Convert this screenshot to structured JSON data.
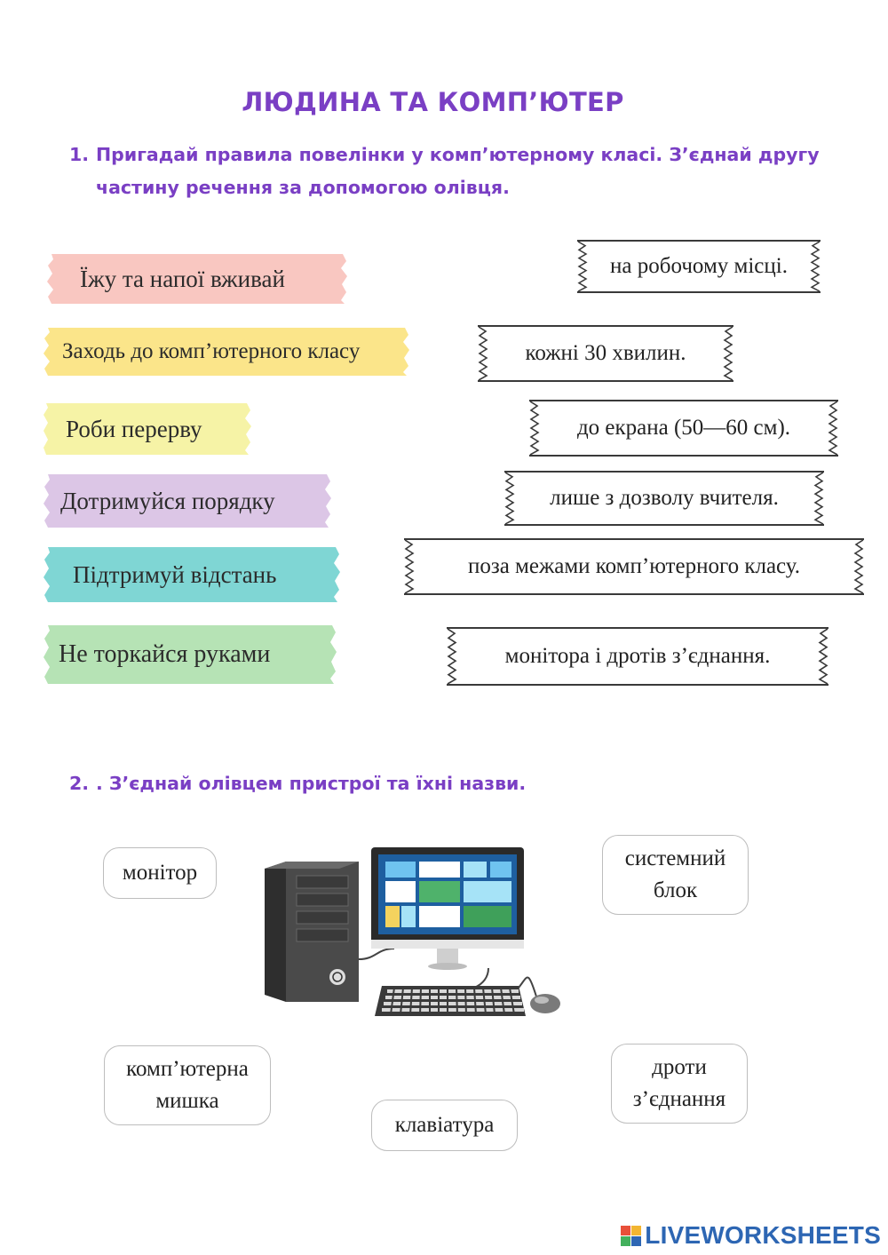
{
  "title": "ЛЮДИНА ТА КОМП’ЮТЕР",
  "task1": {
    "number": "1.",
    "text": "Пригадай правила повелінки у комп’ютерному класі. З’єднай другу частину речення за допомогою олівця."
  },
  "left_phrases": [
    {
      "text": "Їжу та напої вживай",
      "color": "#f9c7c1"
    },
    {
      "text": "Заходь до комп’ютерного класу",
      "color": "#fbe58a"
    },
    {
      "text": "Роби перерву",
      "color": "#f6f3a6"
    },
    {
      "text": "Дотримуйся порядку",
      "color": "#dcc6e6"
    },
    {
      "text": "Підтримуй відстань",
      "color": "#7fd6d4"
    },
    {
      "text": "Не торкайся руками",
      "color": "#b6e3b5"
    }
  ],
  "right_phrases": [
    {
      "text": "на робочому місці."
    },
    {
      "text": "кожні 30 хвилин."
    },
    {
      "text": "до екрана (50—60 см)."
    },
    {
      "text": "лише з дозволу вчителя."
    },
    {
      "text": "поза межами комп’ютерного класу."
    },
    {
      "text": "монітора і дротів з’єднання."
    }
  ],
  "task2": {
    "number": "2.",
    "text": ". З’єднай олівцем пристрої та їхні назви."
  },
  "device_labels": {
    "monitor": "монітор",
    "system_unit": [
      "системний",
      "блок"
    ],
    "mouse": [
      "комп’ютерна",
      "мишка"
    ],
    "keyboard": "клавіатура",
    "wires": [
      "дроти",
      "з’єднання"
    ]
  },
  "brand": {
    "text": "LIVEWORKSHEETS"
  },
  "colors": {
    "accent": "#7a3fc4",
    "brand": "#2d66b3"
  }
}
